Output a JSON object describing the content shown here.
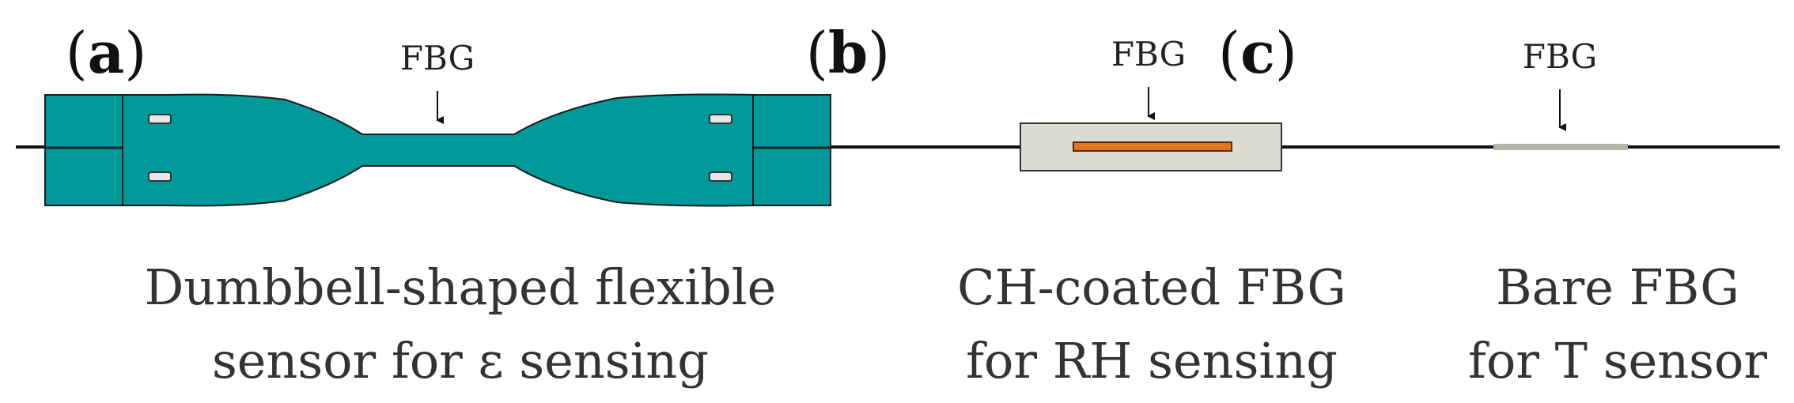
{
  "panels": {
    "a": {
      "letter": "a",
      "open": "(",
      "close": ")"
    },
    "b": {
      "letter": "b",
      "open": "(",
      "close": ")"
    },
    "c": {
      "letter": "c",
      "open": "(",
      "close": ")"
    }
  },
  "fbg_labels": {
    "dumbbell": "FBG",
    "coated": "FBG",
    "bare": "FBG"
  },
  "captions": {
    "dumbbell": {
      "line1": "Dumbbell-shaped flexible",
      "line2": "sensor for ε sensing"
    },
    "coated": {
      "line1": "CH-coated FBG",
      "line2": "for RH sensing"
    },
    "bare": {
      "line1": "Bare FBG",
      "line2": "for T sensor"
    }
  },
  "colors": {
    "teal": "#009999",
    "teal_dark": "#006f70",
    "coating_gray": "#dcdcd4",
    "grating_orange": "#e07820",
    "bare_fbg_gray": "#b0b5a8",
    "fiber": "#111111"
  },
  "icons": {
    "arrow": "down-arrow-icon"
  }
}
